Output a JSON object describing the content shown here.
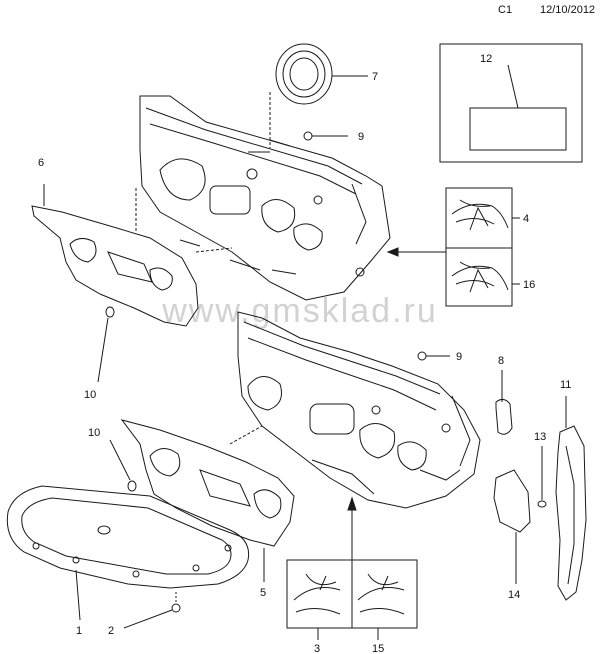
{
  "header": {
    "code": "C1",
    "date": "12/10/2012"
  },
  "watermark": "www.gmsklad.ru",
  "callouts": [
    "1",
    "2",
    "3",
    "4",
    "5",
    "6",
    "7",
    "8",
    "9",
    "9",
    "10",
    "10",
    "11",
    "12",
    "13",
    "14",
    "15",
    "16"
  ]
}
